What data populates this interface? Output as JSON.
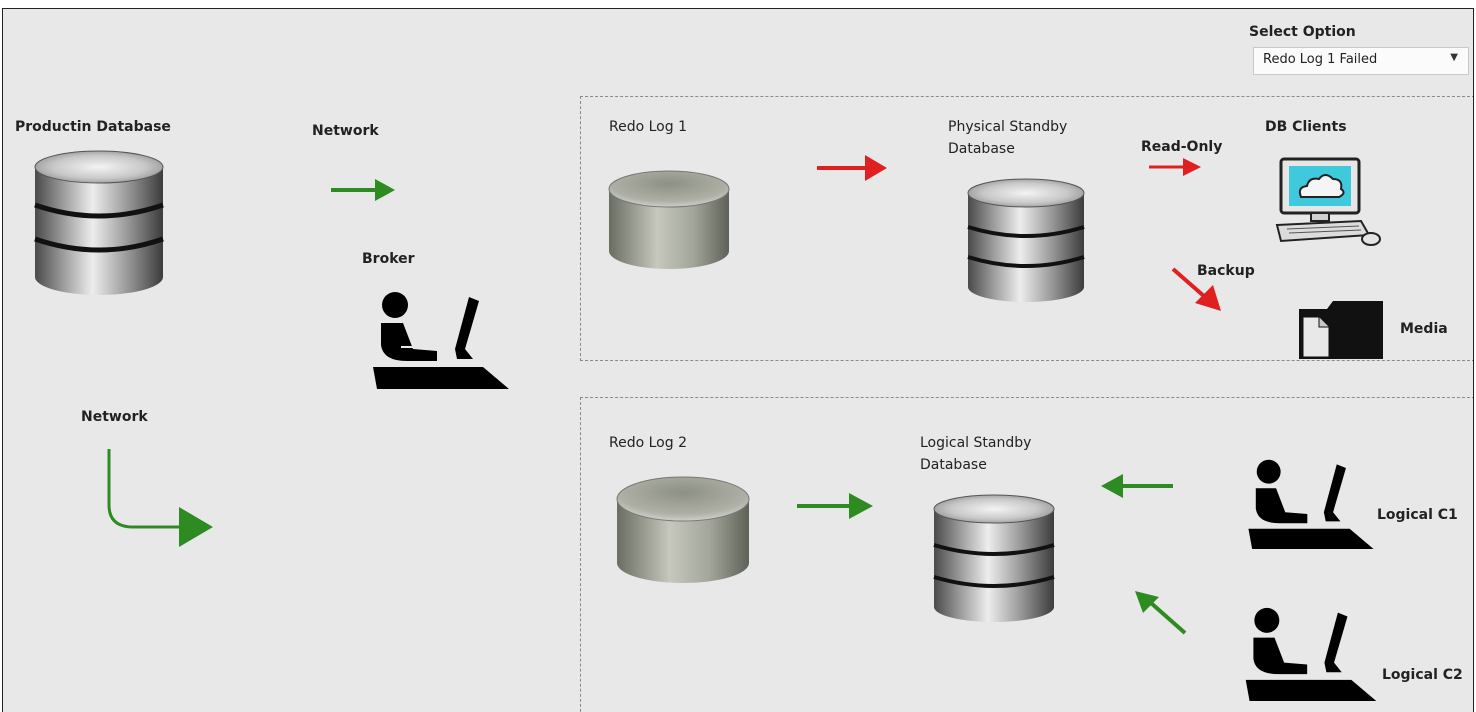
{
  "select_option": {
    "label": "Select Option",
    "value": "Redo Log 1 Failed"
  },
  "production": {
    "label": "Productin Database"
  },
  "network_top": {
    "label": "Network"
  },
  "network_bottom": {
    "label": "Network"
  },
  "broker": {
    "label": "Broker"
  },
  "physical_panel": {
    "redo_label": "Redo Log 1",
    "standby_label_1": "Physical Standby",
    "standby_label_2": "Database",
    "read_only_label": "Read-Only",
    "db_clients_label": "DB Clients",
    "backup_label": "Backup",
    "media_label": "Media"
  },
  "logical_panel": {
    "redo_label": "Redo Log 2",
    "standby_label_1": "Logical Standby",
    "standby_label_2": "Database",
    "client1_label": "Logical C1",
    "client2_label": "Logical C2"
  },
  "colors": {
    "ok_arrow": "#2e8b22",
    "failed_arrow": "#e02020",
    "background": "#e8e8e8"
  }
}
